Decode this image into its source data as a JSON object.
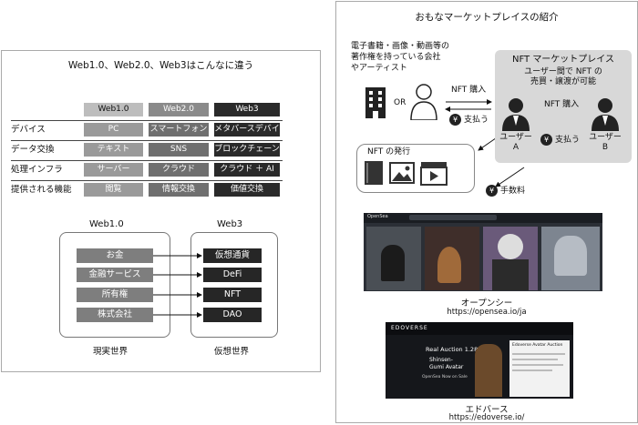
{
  "left": {
    "title": "Web1.0、Web2.0、Web3はこんなに違う",
    "headers": [
      "Web1.0",
      "Web2.0",
      "Web3"
    ],
    "rows": [
      {
        "label": "デバイス",
        "cells": [
          "PC",
          "スマートフォン",
          "メタバースデバイス"
        ]
      },
      {
        "label": "データ交換",
        "cells": [
          "テキスト",
          "SNS",
          "ブロックチェーン"
        ]
      },
      {
        "label": "処理インフラ",
        "cells": [
          "サーバー",
          "クラウド",
          "クラウド ＋ AI"
        ]
      },
      {
        "label": "提供される機能",
        "cells": [
          "閲覧",
          "情報交換",
          "価値交換"
        ]
      }
    ],
    "web1_head": "Web1.0",
    "web3_head": "Web3",
    "real_items": [
      "お金",
      "金融サービス",
      "所有権",
      "株式会社"
    ],
    "virtual_items": [
      "仮想通貨",
      "DeFi",
      "NFT",
      "DAO"
    ],
    "real_label": "現実世界",
    "virtual_label": "仮想世界"
  },
  "right": {
    "title": "おもなマーケットプレイスの紹介",
    "creators_line1": "電子書籍・画像・動画等の",
    "creators_line2": "著作権を持っている会社",
    "creators_line3": "やアーティスト",
    "or": "OR",
    "market_title": "NFT マーケットプレイス",
    "market_sub1": "ユーザー間で NFT の",
    "market_sub2": "売買・譲渡が可能",
    "buy1": "NFT 購入",
    "pay1": "支払う",
    "buy2": "NFT 購入",
    "pay2": "支払う",
    "user_a1": "ユーザー",
    "user_a2": "A",
    "user_b1": "ユーザー",
    "user_b2": "B",
    "issue": "NFT の発行",
    "fee": "手数料",
    "yen": "¥",
    "opensea_caption": "オープンシー",
    "opensea_url": "https://opensea.io/ja",
    "edoverse_caption": "エドバース",
    "edoverse_url": "https://edoverse.io/",
    "edoverse_logo": "EDOVERSE",
    "edoverse_auction": "Real Auction 1.28",
    "edoverse_avatar1": "Shinsen-",
    "edoverse_avatar2": "Gumi Avatar",
    "edoverse_onsale": "OpenSea Now on Sale",
    "edoverse_panel_title": "Edoverse Avatar Auction",
    "opensea_logo": "OpenSea"
  }
}
